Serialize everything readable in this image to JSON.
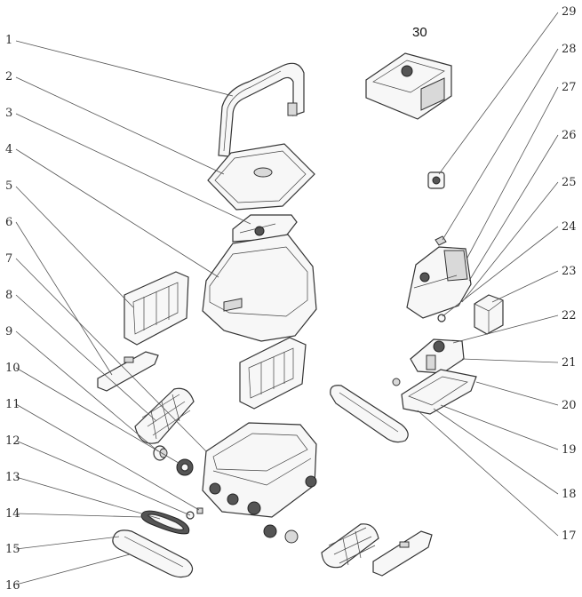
{
  "diagram": {
    "left_labels": [
      "1",
      "2",
      "3",
      "4",
      "5",
      "6",
      "7",
      "8",
      "9",
      "10",
      "11",
      "12",
      "13",
      "14",
      "15",
      "16"
    ],
    "right_labels": [
      "29",
      "28",
      "27",
      "26",
      "25",
      "24",
      "23",
      "22",
      "21",
      "20",
      "19",
      "18",
      "17"
    ],
    "top_label": "30"
  },
  "colors": {
    "line": "#333333",
    "text": "#2a2a2a",
    "part_fill": "#f7f7f7",
    "shade": "#d9d9d9"
  }
}
